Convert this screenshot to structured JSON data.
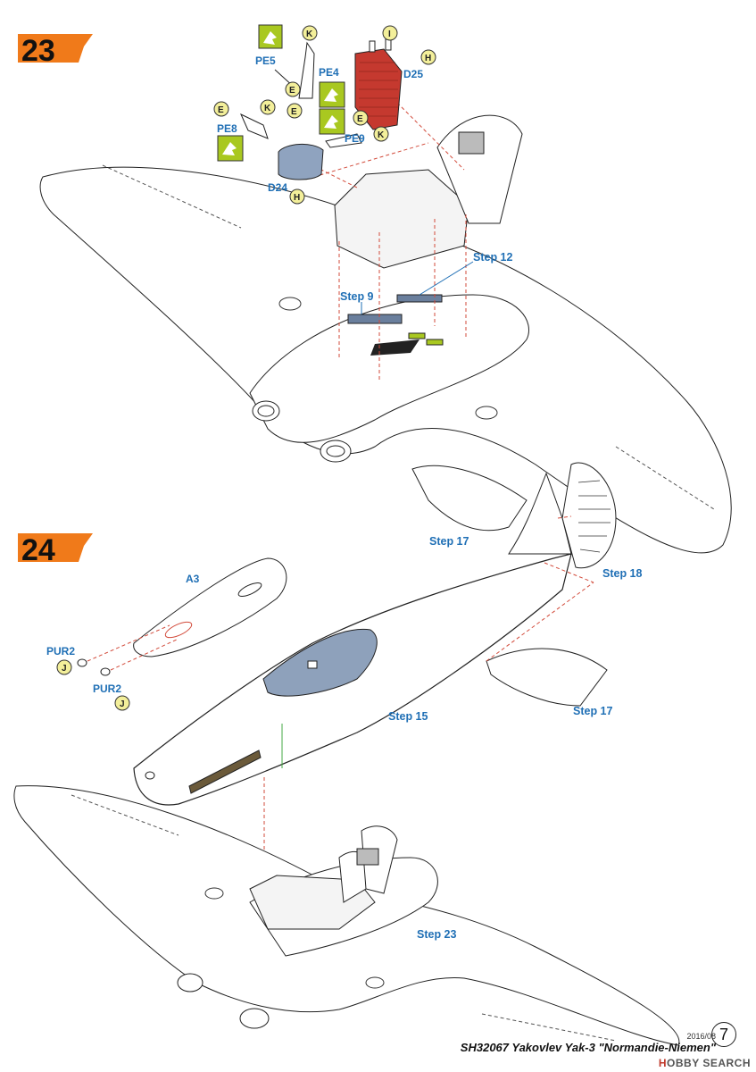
{
  "steps": [
    {
      "number": "23",
      "parts": {
        "pe5": "PE5",
        "pe4": "PE4",
        "pe8": "PE8",
        "pe9": "PE9",
        "d24": "D24",
        "d25": "D25"
      },
      "step_refs": {
        "step12": "Step 12",
        "step9": "Step 9"
      },
      "letter_tags": [
        "K",
        "I",
        "H",
        "E",
        "K",
        "E",
        "E",
        "K",
        "H",
        "E"
      ]
    },
    {
      "number": "24",
      "parts": {
        "a3": "A3",
        "pur2a": "PUR2",
        "pur2b": "PUR2"
      },
      "step_refs": {
        "step17a": "Step 17",
        "step18": "Step 18",
        "step17b": "Step 17",
        "step15": "Step 15",
        "step23": "Step 23"
      },
      "letter_tags": [
        "J",
        "J"
      ]
    }
  ],
  "footer": {
    "date": "2016/08",
    "title": "SH32067  Yakovlev Yak-3 \"Normandie-Niemen\"",
    "page_number": "7"
  },
  "watermark": {
    "h": "H",
    "text": "OBBY SEARCH"
  },
  "colors": {
    "step_badge": "#f07a1a",
    "label_blue": "#1f6fb5",
    "arrow_red": "#d24a3a",
    "pe_green": "#a9c820",
    "tag_yellow": "#f3ef9a",
    "d25_red": "#c5392f",
    "d24_blue": "#8fa3bf",
    "cockpit_blue": "#8ea1bb"
  }
}
